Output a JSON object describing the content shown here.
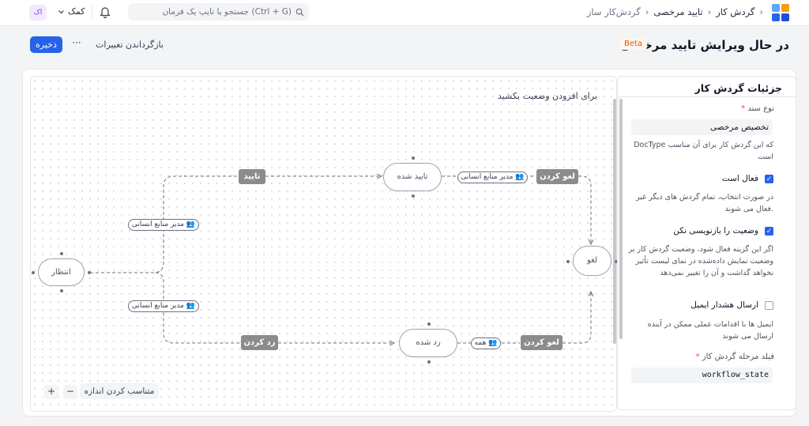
{
  "topbar": {
    "breadcrumb": [
      "گردش کار",
      "تایید مرخصی",
      "گردش‌کار ساز"
    ],
    "breadcrumb_sep": "›",
    "search_placeholder": "جستجو یا تایپ یک فرمان (Ctrl + G)",
    "help_label": "کمک",
    "avatar_initials": "اک",
    "icons": {
      "logo": "app-logo",
      "search": "search-icon",
      "notifications": "bell-icon",
      "help_caret": "chevron-down-icon"
    }
  },
  "header": {
    "title": "در حال ویرایش تایید مرخصی",
    "badge": "Beta",
    "save_label": "ذخیره",
    "more_label": "···",
    "revert_label": "بازگرداندن تغییرات"
  },
  "canvas": {
    "hint": "برای افزودن وضعیت بکشید",
    "fit_label": "متناسب کردن اندازه",
    "zoom_in_label": "+",
    "zoom_out_label": "−",
    "states": {
      "pending": "انتظار",
      "approved": "تایید شده",
      "rejected": "رد شده",
      "cancelled": "لغو"
    },
    "actions": {
      "approve": "تایید",
      "reject": "رد کردن",
      "cancel_top": "لغو کردن",
      "cancel_bottom": "لغو کردن"
    },
    "roles": {
      "approve_role": "مدیر منابع انسانی",
      "reject_role": "مدیر منابع انسانی",
      "cancel_top_role": "مدیر منابع انسانی",
      "cancel_bottom_role": "همه"
    }
  },
  "panel": {
    "title": "جزئیات گردش کار",
    "doctype_label": "نوع سند",
    "doctype_value": "تخصیص مرخصی",
    "doctype_desc": "DocType که این گردش کار برای آن مناسب است",
    "active_label": "فعال است",
    "active_checked": true,
    "active_desc": "در صورت انتخاب، تمام گردش های دیگر غیر فعال می شوند.",
    "no_override_label": "وضعیت را بازنویسی نکن",
    "no_override_checked": true,
    "no_override_desc": "اگر این گزینه فعال شود، وضعیت گردش کار بر وضعیت نمایش داده‌شده در نمای لیست تأثیر نخواهد گذاشت و آن را تغییر نمی‌دهد",
    "email_alert_label": "ارسال هشدار ایمیل",
    "email_alert_checked": false,
    "email_alert_desc": "ایمیل ها با اقدامات عملی ممکن در آینده ارسال می شوند",
    "state_field_label": "فیلد مرحله گردش کار",
    "state_field_value": "workflow_state",
    "required_mark": "*"
  },
  "colors": {
    "primary": "#2563eb",
    "action_bg": "#8c8c8c",
    "beta": "#ea580c",
    "required": "#ef4444",
    "logo": [
      "#2563eb",
      "#f59e0b",
      "#60a5fa",
      "#10b981"
    ]
  }
}
